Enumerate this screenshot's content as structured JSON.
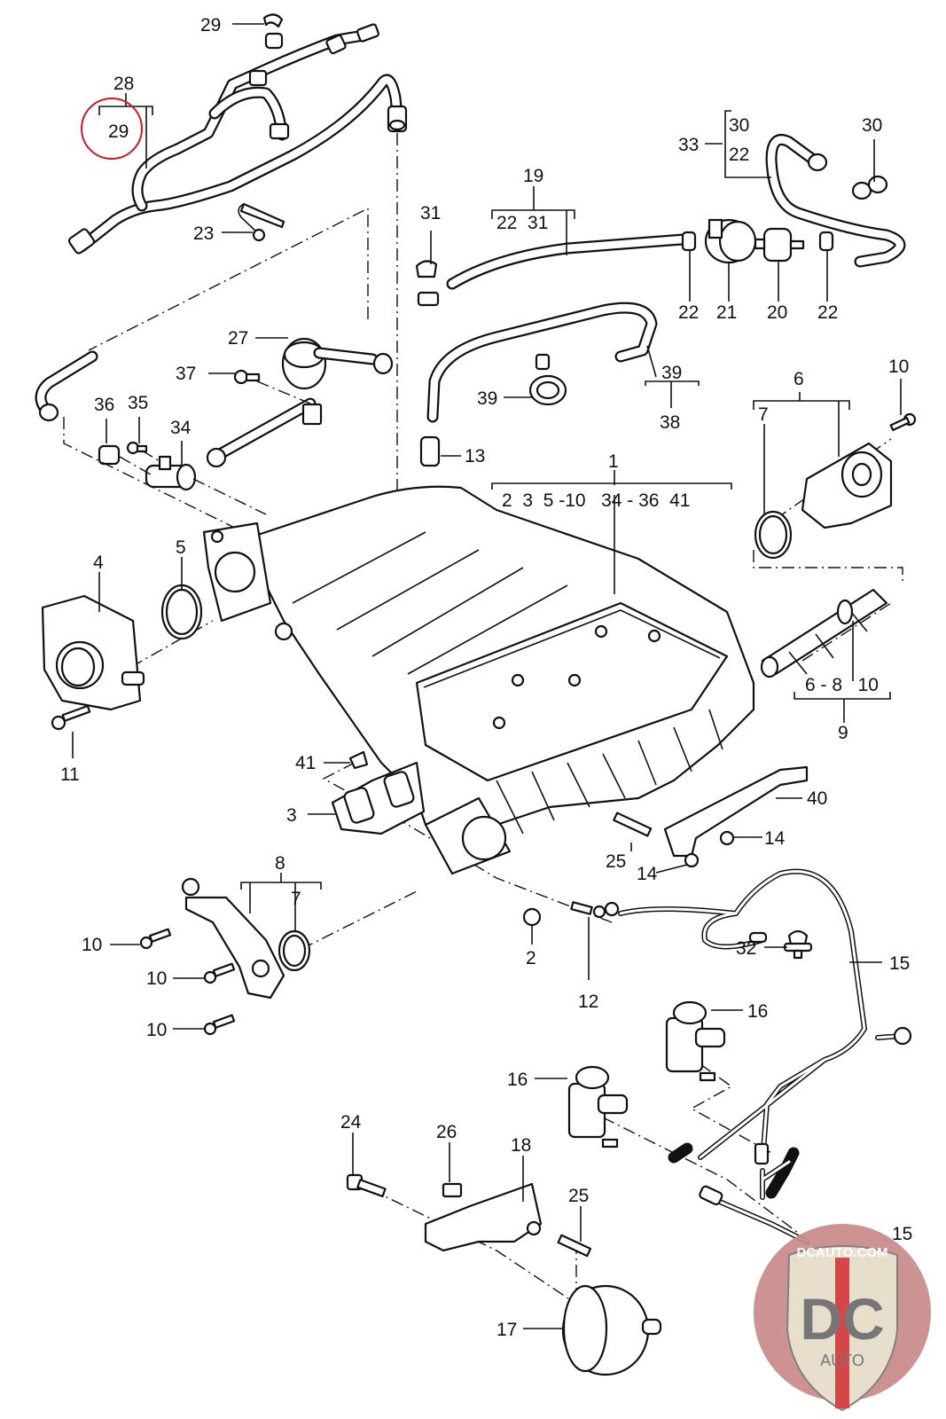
{
  "diagram": {
    "title": "Intake manifold, vacuum lines and breather hoses — exploded parts diagram",
    "highlighted_callout": "29",
    "callouts": [
      {
        "id": "c28",
        "label": "28"
      },
      {
        "id": "c29-group",
        "label": "29"
      },
      {
        "id": "c29-clip",
        "label": "29"
      },
      {
        "id": "c23",
        "label": "23"
      },
      {
        "id": "c19",
        "label": "19"
      },
      {
        "id": "c19-sub",
        "label": "22  31"
      },
      {
        "id": "c31",
        "label": "31"
      },
      {
        "id": "c33",
        "label": "33"
      },
      {
        "id": "c33-sub-30",
        "label": "30"
      },
      {
        "id": "c33-sub-22",
        "label": "22"
      },
      {
        "id": "c30",
        "label": "30"
      },
      {
        "id": "c22a",
        "label": "22"
      },
      {
        "id": "c21",
        "label": "21"
      },
      {
        "id": "c20",
        "label": "20"
      },
      {
        "id": "c22b",
        "label": "22"
      },
      {
        "id": "c27",
        "label": "27"
      },
      {
        "id": "c37",
        "label": "37"
      },
      {
        "id": "c39",
        "label": "39"
      },
      {
        "id": "c39-sub",
        "label": "39"
      },
      {
        "id": "c38",
        "label": "38"
      },
      {
        "id": "c36",
        "label": "36"
      },
      {
        "id": "c35",
        "label": "35"
      },
      {
        "id": "c34",
        "label": "34"
      },
      {
        "id": "c13",
        "label": "13"
      },
      {
        "id": "c1",
        "label": "1"
      },
      {
        "id": "c1-sub",
        "label": "2  3  5 -10   34 - 36  41"
      },
      {
        "id": "c6",
        "label": "6"
      },
      {
        "id": "c7a",
        "label": "7"
      },
      {
        "id": "c10a",
        "label": "10"
      },
      {
        "id": "c4",
        "label": "4"
      },
      {
        "id": "c5",
        "label": "5"
      },
      {
        "id": "c11",
        "label": "11"
      },
      {
        "id": "c9-sub",
        "label": "6 - 8   10"
      },
      {
        "id": "c9",
        "label": "9"
      },
      {
        "id": "c41",
        "label": "41"
      },
      {
        "id": "c3",
        "label": "3"
      },
      {
        "id": "c40",
        "label": "40"
      },
      {
        "id": "c14a",
        "label": "14"
      },
      {
        "id": "c14b",
        "label": "14"
      },
      {
        "id": "c25a",
        "label": "25"
      },
      {
        "id": "c8",
        "label": "8"
      },
      {
        "id": "c7b",
        "label": "7"
      },
      {
        "id": "c10b",
        "label": "10"
      },
      {
        "id": "c10c",
        "label": "10"
      },
      {
        "id": "c10d",
        "label": "10"
      },
      {
        "id": "c2",
        "label": "2"
      },
      {
        "id": "c12",
        "label": "12"
      },
      {
        "id": "c32",
        "label": "32"
      },
      {
        "id": "c15a",
        "label": "15"
      },
      {
        "id": "c16a",
        "label": "16"
      },
      {
        "id": "c16b",
        "label": "16"
      },
      {
        "id": "c24",
        "label": "24"
      },
      {
        "id": "c26",
        "label": "26"
      },
      {
        "id": "c18",
        "label": "18"
      },
      {
        "id": "c25b",
        "label": "25"
      },
      {
        "id": "c15b",
        "label": "15"
      },
      {
        "id": "c17",
        "label": "17"
      }
    ]
  },
  "watermark": {
    "top_text": "DCAUTO.COM",
    "logo_text": "DC",
    "bottom_text": "AUTO",
    "colors": {
      "disc": "#c98a8a",
      "shield": "#e6dcc8",
      "letters": "#6b6b6b",
      "stripe": "#d0383a"
    }
  }
}
